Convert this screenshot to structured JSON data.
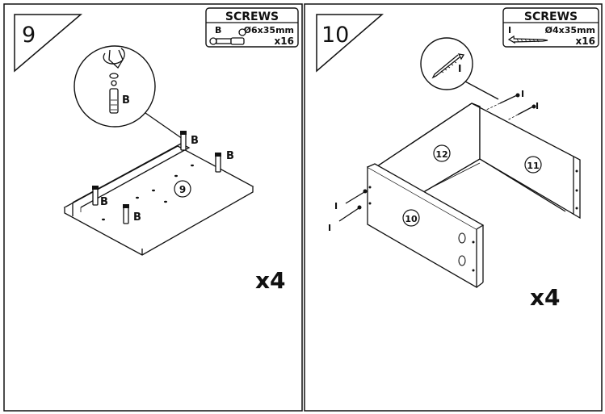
{
  "steps": [
    {
      "number": "9",
      "screws": {
        "title": "SCREWS",
        "code": "B",
        "size": "Ø6x35mm",
        "qty": "x16"
      },
      "part_callouts": [
        "B",
        "B",
        "B",
        "B",
        "B"
      ],
      "panel_label": "9",
      "multiplier": "x4"
    },
    {
      "number": "10",
      "screws": {
        "title": "SCREWS",
        "code": "I",
        "size": "Ø4x35mm",
        "qty": "x16"
      },
      "part_callouts": [
        "I",
        "I",
        "I",
        "I",
        "I"
      ],
      "panel_labels": [
        "12",
        "11",
        "10"
      ],
      "multiplier": "x4"
    }
  ]
}
